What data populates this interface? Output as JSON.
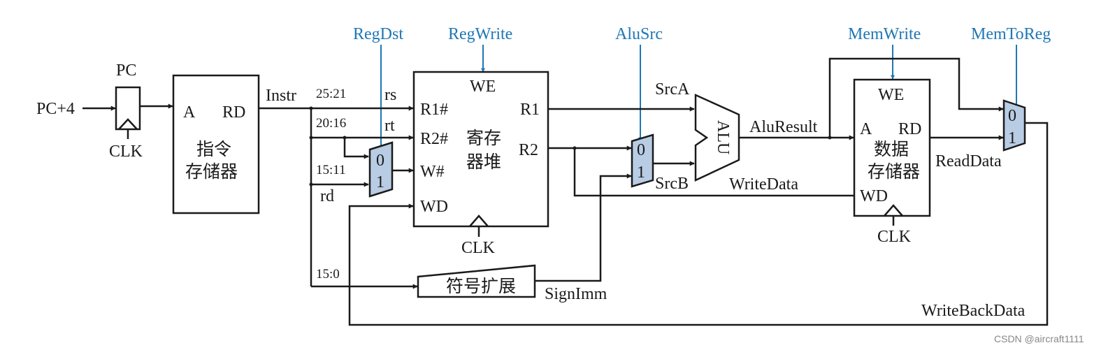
{
  "control_color": "#1f77b4",
  "mux_fill": "#b8cce4",
  "controls": {
    "regdst": "RegDst",
    "regwrite": "RegWrite",
    "alusrc": "AluSrc",
    "memwrite": "MemWrite",
    "memtoreg": "MemToReg"
  },
  "pc": {
    "input": "PC+4",
    "name": "PC",
    "clk": "CLK"
  },
  "imem": {
    "port_a": "A",
    "port_rd": "RD",
    "name_line1": "指令",
    "name_line2": "存储器"
  },
  "instr": {
    "name": "Instr",
    "bits_rs": "25:21",
    "bits_rt": "20:16",
    "bits_rd": "15:11",
    "bits_imm": "15:0",
    "rs": "rs",
    "rt": "rt",
    "rd": "rd"
  },
  "regfile": {
    "we": "WE",
    "r1_addr": "R1#",
    "r2_addr": "R2#",
    "w_addr": "W#",
    "wd": "WD",
    "r1": "R1",
    "r2": "R2",
    "name_line1": "寄存",
    "name_line2": "器堆",
    "clk": "CLK"
  },
  "mux_regdst": {
    "in0": "0",
    "in1": "1"
  },
  "mux_alusrc": {
    "in0": "0",
    "in1": "1"
  },
  "mux_memtoreg": {
    "in0": "0",
    "in1": "1"
  },
  "alu": {
    "name": "ALU",
    "srca": "SrcA",
    "srcb": "SrcB",
    "result": "AluResult"
  },
  "signext": {
    "name": "符号扩展",
    "output": "SignImm"
  },
  "dmem": {
    "we": "WE",
    "port_a": "A",
    "port_rd": "RD",
    "wd": "WD",
    "name_line1": "数据",
    "name_line2": "存储器",
    "clk": "CLK",
    "readdata": "ReadData"
  },
  "signals": {
    "writedata": "WriteData",
    "writebackdata": "WriteBackData"
  },
  "watermark": "CSDN @aircraft1111"
}
